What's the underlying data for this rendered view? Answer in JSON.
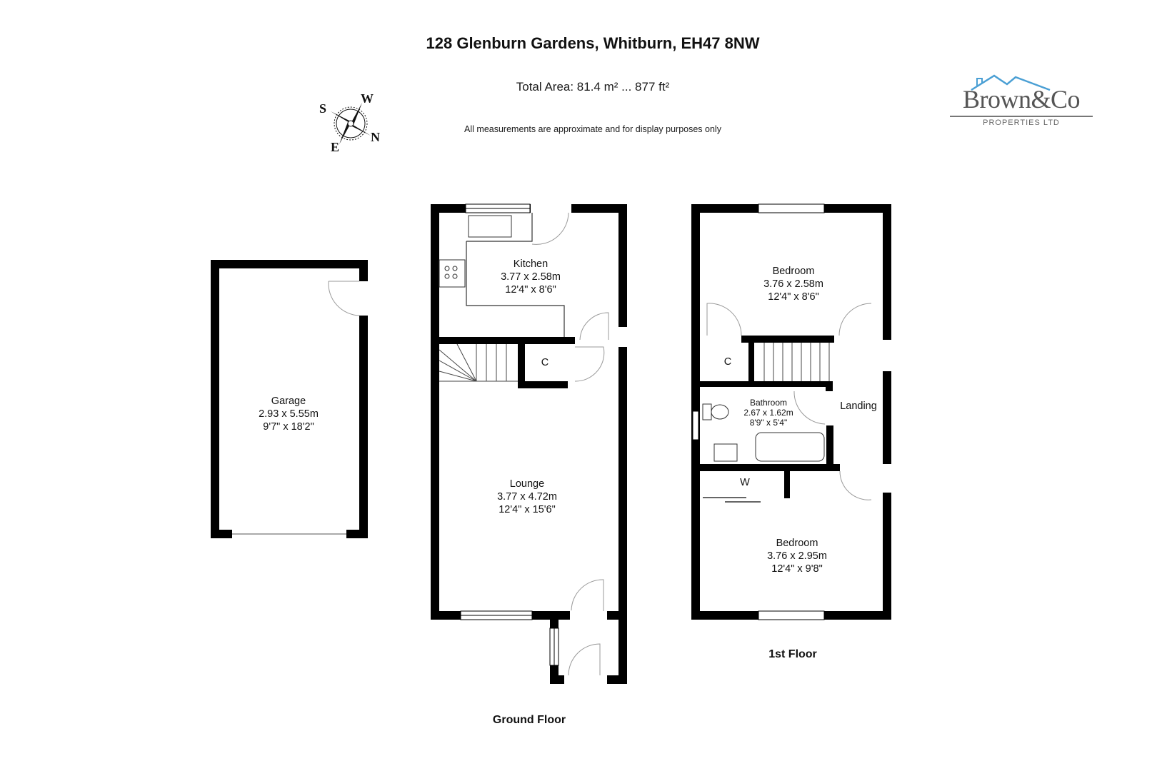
{
  "header": {
    "address": "128 Glenburn Gardens, Whitburn, EH47 8NW",
    "total_area": "Total Area: 81.4 m² ... 877 ft²",
    "disclaimer": "All measurements are approximate and for display purposes only"
  },
  "logo": {
    "name": "Brown&Co",
    "subtitle": "PROPERTIES LTD",
    "roof_color": "#4a9fd4"
  },
  "compass": {
    "labels": {
      "top_left": "S",
      "top_right": "W",
      "bottom_left": "E",
      "bottom_right": "N"
    }
  },
  "floors": [
    {
      "label": "Ground Floor",
      "rooms": [
        {
          "name": "Kitchen",
          "metric": "3.77 x 2.58m",
          "imperial": "12'4\" x 8'6\""
        },
        {
          "name": "C",
          "metric": "",
          "imperial": ""
        },
        {
          "name": "Lounge",
          "metric": "3.77 x 4.72m",
          "imperial": "12'4\" x 15'6\""
        }
      ]
    },
    {
      "label": "1st Floor",
      "rooms": [
        {
          "name": "Bedroom",
          "metric": "3.76 x 2.58m",
          "imperial": "12'4\" x 8'6\""
        },
        {
          "name": "C",
          "metric": "",
          "imperial": ""
        },
        {
          "name": "Bathroom",
          "metric": "2.67 x 1.62m",
          "imperial": "8'9\" x 5'4\""
        },
        {
          "name": "Landing",
          "metric": "",
          "imperial": ""
        },
        {
          "name": "W",
          "metric": "",
          "imperial": ""
        },
        {
          "name": "Bedroom",
          "metric": "3.76 x 2.95m",
          "imperial": "12'4\" x 9'8\""
        }
      ]
    }
  ],
  "garage": {
    "name": "Garage",
    "metric": "2.93 x 5.55m",
    "imperial": "9'7\" x 18'2\""
  }
}
